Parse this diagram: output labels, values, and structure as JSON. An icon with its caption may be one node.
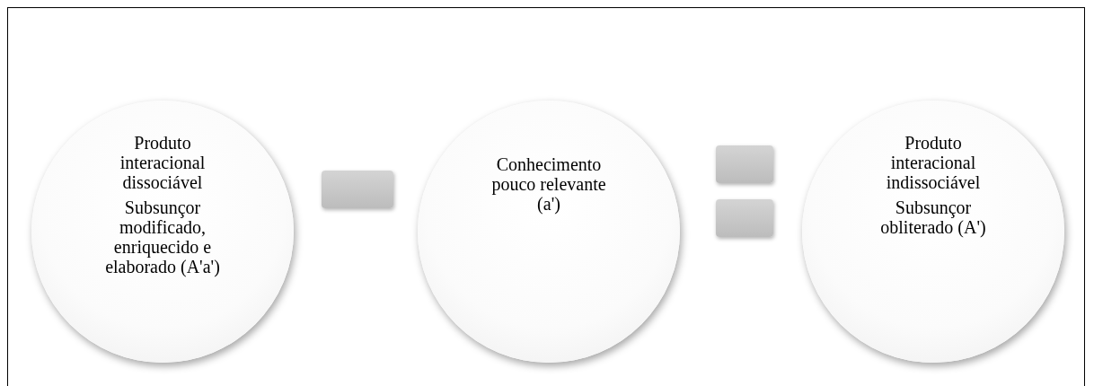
{
  "diagram": {
    "nodes": [
      {
        "text": [
          "Produto interacional dissociável",
          "Subsunçor modificado, enriquecido e elaborado (A'a')"
        ]
      },
      {
        "text": [],
        "shape": "bar"
      },
      {
        "text": [
          "Conhecimento pouco relevante (a')"
        ]
      },
      {
        "text": [],
        "shape": "bar"
      },
      {
        "text": [],
        "shape": "bar"
      },
      {
        "text": [
          "Produto interacional indissociável",
          "Subsunçor obliterado (A')"
        ]
      }
    ]
  }
}
